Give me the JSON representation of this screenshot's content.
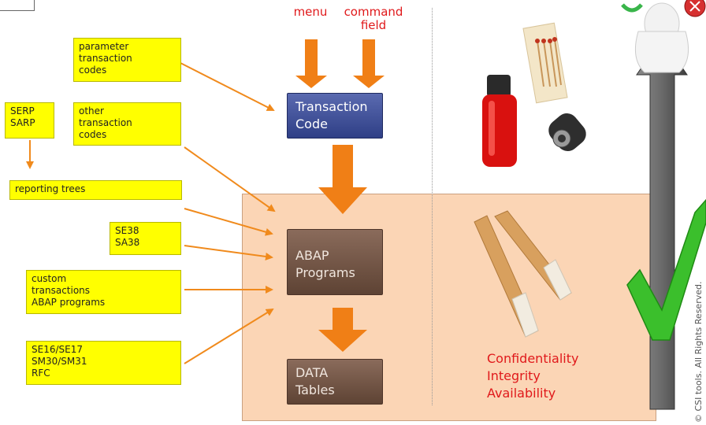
{
  "top_labels": {
    "menu": "menu",
    "command_field": "command\nfield"
  },
  "left_boxes": {
    "parameter_codes": "parameter\ntransaction\ncodes",
    "serp_sarp": "SERP\nSARP",
    "other_codes": "other\ntransaction\ncodes",
    "reporting_trees": "reporting trees",
    "se38_sa38": "SE38\nSA38",
    "custom": "custom\ntransactions\nABAP programs",
    "se16": "SE16/SE17\nSM30/SM31\nRFC"
  },
  "main_boxes": {
    "transaction_code": "Transaction\nCode",
    "abap_programs": "ABAP\nPrograms",
    "data_tables": "DATA\nTables"
  },
  "cia_text": "Confidentiality\nIntegrity\nAvailability",
  "copyright": "© CSI tools. All Rights Reserved.",
  "colors": {
    "arrow": "#f08a1c",
    "highlight_area": "#fbd5b5",
    "yellow": "#ffff00",
    "red_text": "#e0191b"
  }
}
